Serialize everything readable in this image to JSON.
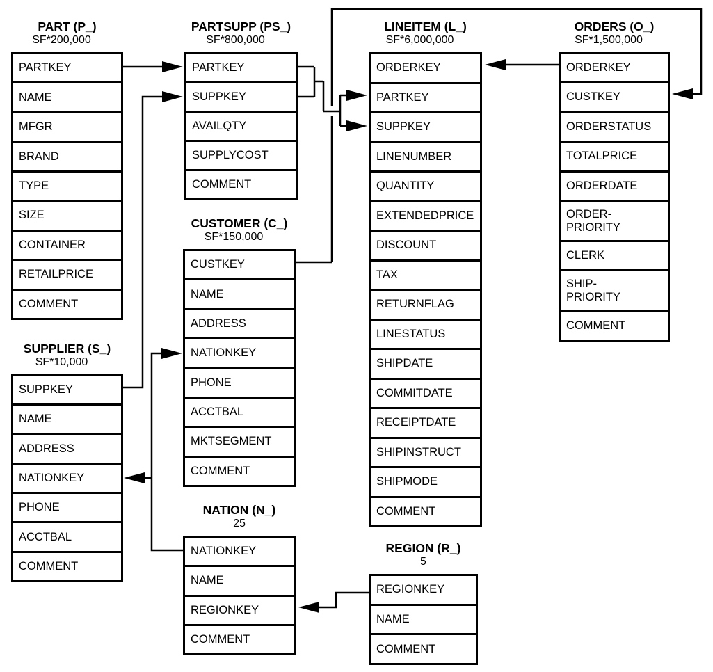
{
  "colors": {
    "line": "#000000",
    "background": "#ffffff",
    "text": "#000000"
  },
  "tables": [
    {
      "id": "part",
      "title": "PART (P_)",
      "cardinality": "SF*200,000",
      "rows": [
        "PARTKEY",
        "NAME",
        "MFGR",
        "BRAND",
        "TYPE",
        "SIZE",
        "CONTAINER",
        "RETAILPRICE",
        "COMMENT"
      ]
    },
    {
      "id": "partsupp",
      "title": "PARTSUPP (PS_)",
      "cardinality": "SF*800,000",
      "rows": [
        "PARTKEY",
        "SUPPKEY",
        "AVAILQTY",
        "SUPPLYCOST",
        "COMMENT"
      ]
    },
    {
      "id": "lineitem",
      "title": "LINEITEM (L_)",
      "cardinality": "SF*6,000,000",
      "rows": [
        "ORDERKEY",
        "PARTKEY",
        "SUPPKEY",
        "LINENUMBER",
        "QUANTITY",
        "EXTENDEDPRICE",
        "DISCOUNT",
        "TAX",
        "RETURNFLAG",
        "LINESTATUS",
        "SHIPDATE",
        "COMMITDATE",
        "RECEIPTDATE",
        "SHIPINSTRUCT",
        "SHIPMODE",
        "COMMENT"
      ]
    },
    {
      "id": "orders",
      "title": "ORDERS (O_)",
      "cardinality": "SF*1,500,000",
      "rows": [
        "ORDERKEY",
        "CUSTKEY",
        "ORDERSTATUS",
        "TOTALPRICE",
        "ORDERDATE",
        "ORDER-\nPRIORITY",
        "CLERK",
        "SHIP-\nPRIORITY",
        "COMMENT"
      ]
    },
    {
      "id": "customer",
      "title": "CUSTOMER (C_)",
      "cardinality": "SF*150,000",
      "rows": [
        "CUSTKEY",
        "NAME",
        "ADDRESS",
        "NATIONKEY",
        "PHONE",
        "ACCTBAL",
        "MKTSEGMENT",
        "COMMENT"
      ]
    },
    {
      "id": "supplier",
      "title": "SUPPLIER (S_)",
      "cardinality": "SF*10,000",
      "rows": [
        "SUPPKEY",
        "NAME",
        "ADDRESS",
        "NATIONKEY",
        "PHONE",
        "ACCTBAL",
        "COMMENT"
      ]
    },
    {
      "id": "nation",
      "title": "NATION (N_)",
      "cardinality": "25",
      "rows": [
        "NATIONKEY",
        "NAME",
        "REGIONKEY",
        "COMMENT"
      ]
    },
    {
      "id": "region",
      "title": "REGION (R_)",
      "cardinality": "5",
      "rows": [
        "REGIONKEY",
        "NAME",
        "COMMENT"
      ]
    }
  ],
  "connectors": [
    {
      "from": "PART.PARTKEY",
      "to": "PARTSUPP.PARTKEY"
    },
    {
      "from": "SUPPLIER.SUPPKEY",
      "to": "PARTSUPP.SUPPKEY"
    },
    {
      "from": "PARTSUPP.PARTKEY+SUPPKEY",
      "to": "LINEITEM.PARTKEY+SUPPKEY"
    },
    {
      "from": "ORDERS.ORDERKEY",
      "to": "LINEITEM.ORDERKEY"
    },
    {
      "from": "CUSTOMER.CUSTKEY",
      "to": "ORDERS.CUSTKEY"
    },
    {
      "from": "NATION.NATIONKEY",
      "to": "CUSTOMER.NATIONKEY"
    },
    {
      "from": "NATION.NATIONKEY",
      "to": "SUPPLIER.NATIONKEY"
    },
    {
      "from": "REGION.REGIONKEY",
      "to": "NATION.REGIONKEY"
    }
  ]
}
